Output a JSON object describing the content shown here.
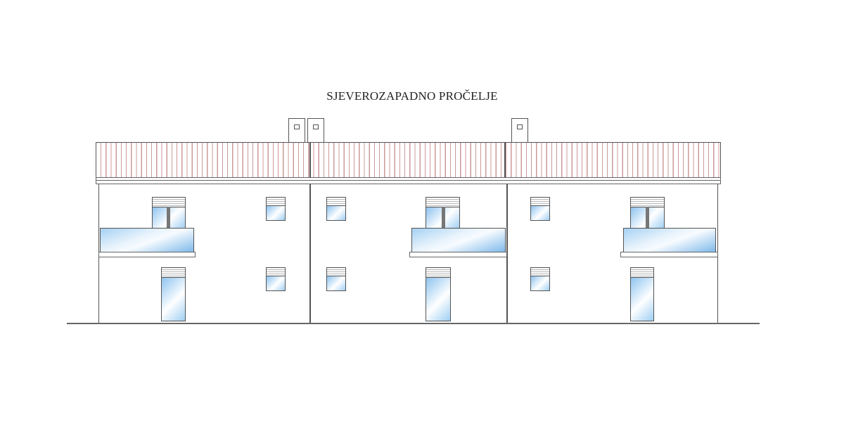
{
  "drawing": {
    "title": "SJEVEROZAPADNO PROČELJE",
    "type": "architectural-elevation",
    "colors": {
      "line": "#555555",
      "roof_tiles": "#cc9999",
      "glass": "#8ec3ef",
      "background": "#ffffff"
    },
    "units": [
      {
        "label": "unit-1",
        "upper": [
          "balcony-door",
          "window"
        ],
        "lower": [
          "entrance-door",
          "window"
        ]
      },
      {
        "label": "unit-2",
        "upper": [
          "window",
          "balcony-door"
        ],
        "lower": [
          "window",
          "entrance-door"
        ]
      },
      {
        "label": "unit-3",
        "upper": [
          "window",
          "balcony-door"
        ],
        "lower": [
          "window",
          "entrance-door"
        ]
      }
    ],
    "chimney_count": 3
  }
}
